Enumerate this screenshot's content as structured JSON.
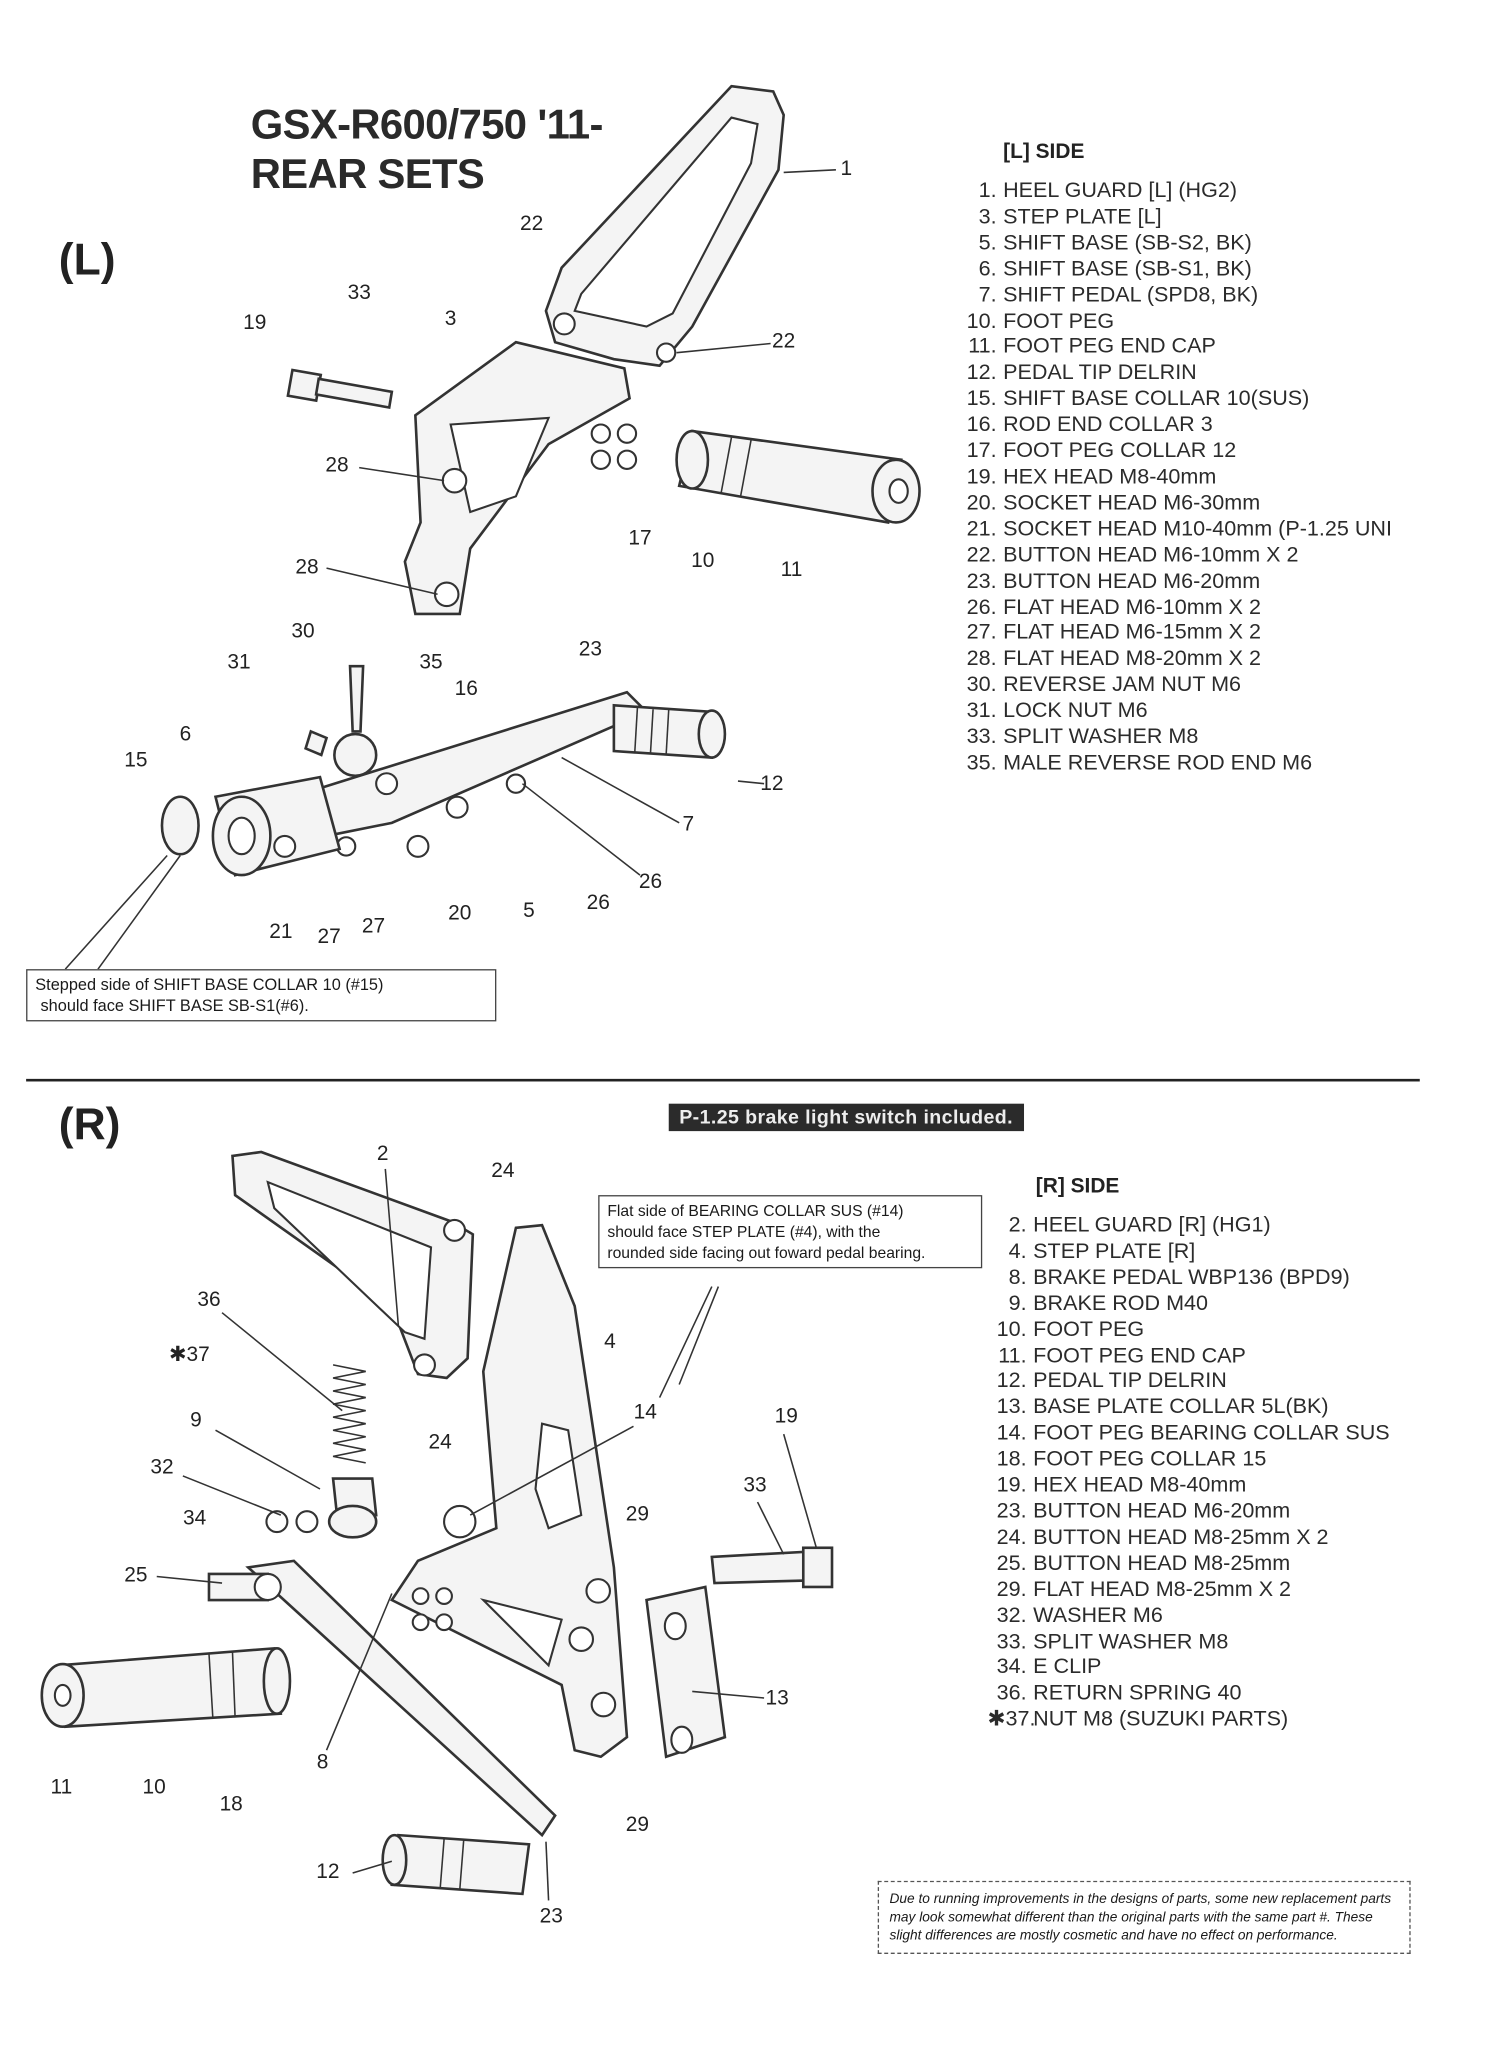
{
  "header": {
    "title_line1": "GSX-R600/750 '11-",
    "title_line2": "REAR SETS"
  },
  "left": {
    "side_label": "(L)",
    "list_heading": "[L] SIDE",
    "parts": [
      {
        "num": "1.",
        "name": "HEEL GUARD [L] (HG2)"
      },
      {
        "num": "3.",
        "name": "STEP PLATE [L]"
      },
      {
        "num": "5.",
        "name": "SHIFT BASE (SB-S2, BK)"
      },
      {
        "num": "6.",
        "name": "SHIFT BASE (SB-S1, BK)"
      },
      {
        "num": "7.",
        "name": "SHIFT PEDAL (SPD8, BK)"
      },
      {
        "num": "10.",
        "name": "FOOT PEG"
      },
      {
        "num": "11.",
        "name": "FOOT PEG END CAP"
      },
      {
        "num": "12.",
        "name": "PEDAL TIP DELRIN"
      },
      {
        "num": "15.",
        "name": "SHIFT BASE COLLAR 10(SUS)"
      },
      {
        "num": "16.",
        "name": "ROD END COLLAR 3"
      },
      {
        "num": "17.",
        "name": "FOOT PEG COLLAR 12"
      },
      {
        "num": "19.",
        "name": "HEX HEAD M8-40mm"
      },
      {
        "num": "20.",
        "name": "SOCKET HEAD M6-30mm"
      },
      {
        "num": "21.",
        "name": "SOCKET HEAD M10-40mm (P-1.25 UNI"
      },
      {
        "num": "22.",
        "name": "BUTTON HEAD M6-10mm X 2"
      },
      {
        "num": "23.",
        "name": "BUTTON HEAD M6-20mm"
      },
      {
        "num": "26.",
        "name": "FLAT HEAD M6-10mm X 2"
      },
      {
        "num": "27.",
        "name": "FLAT HEAD M6-15mm X 2"
      },
      {
        "num": "28.",
        "name": "FLAT HEAD M8-20mm X 2"
      },
      {
        "num": "30.",
        "name": "REVERSE JAM NUT M6"
      },
      {
        "num": "31.",
        "name": "LOCK NUT M6"
      },
      {
        "num": "33.",
        "name": "SPLIT WASHER M8"
      },
      {
        "num": "35.",
        "name": "MALE REVERSE ROD END M6"
      }
    ],
    "note_line1": "Stepped side of SHIFT BASE COLLAR 10 (#15)",
    "note_line2": "should face SHIFT BASE SB-S1(#6).",
    "callouts": [
      "1",
      "22",
      "22",
      "33",
      "19",
      "3",
      "28",
      "17",
      "10",
      "11",
      "28",
      "30",
      "35",
      "31",
      "23",
      "16",
      "6",
      "15",
      "12",
      "7",
      "26",
      "26",
      "5",
      "20",
      "21",
      "27",
      "27"
    ]
  },
  "right": {
    "side_label": "(R)",
    "banner": "P-1.25 brake light switch included.",
    "note_line1": "Flat side of BEARING COLLAR SUS (#14)",
    "note_line2": "should face STEP PLATE (#4), with the",
    "note_line3": "rounded side facing out foward pedal bearing.",
    "list_heading": "[R] SIDE",
    "parts": [
      {
        "num": "2.",
        "name": "HEEL GUARD [R] (HG1)"
      },
      {
        "num": "4.",
        "name": "STEP PLATE [R]"
      },
      {
        "num": "8.",
        "name": "BRAKE PEDAL WBP136 (BPD9)"
      },
      {
        "num": "9.",
        "name": "BRAKE ROD M40"
      },
      {
        "num": "10.",
        "name": "FOOT PEG"
      },
      {
        "num": "11.",
        "name": "FOOT PEG END CAP"
      },
      {
        "num": "12.",
        "name": "PEDAL TIP DELRIN"
      },
      {
        "num": "13.",
        "name": "BASE PLATE COLLAR 5L(BK)"
      },
      {
        "num": "14.",
        "name": "FOOT PEG BEARING COLLAR SUS"
      },
      {
        "num": "18.",
        "name": "FOOT PEG COLLAR 15"
      },
      {
        "num": "19.",
        "name": "HEX HEAD M8-40mm"
      },
      {
        "num": "23.",
        "name": "BUTTON HEAD M6-20mm"
      },
      {
        "num": "24.",
        "name": "BUTTON HEAD M8-25mm X 2"
      },
      {
        "num": "25.",
        "name": "BUTTON HEAD M8-25mm"
      },
      {
        "num": "29.",
        "name": "FLAT HEAD M8-25mm X 2"
      },
      {
        "num": "32.",
        "name": "WASHER M6"
      },
      {
        "num": "33.",
        "name": "SPLIT WASHER M8"
      },
      {
        "num": "34.",
        "name": "E CLIP"
      },
      {
        "num": "36.",
        "name": "RETURN SPRING 40"
      },
      {
        "num": "✱37.",
        "name": "NUT M8 (SUZUKI PARTS)"
      }
    ],
    "callouts": [
      "2",
      "24",
      "36",
      "✱37",
      "4",
      "9",
      "24",
      "14",
      "19",
      "32",
      "33",
      "34",
      "29",
      "25",
      "13",
      "8",
      "11",
      "10",
      "18",
      "29",
      "12",
      "23"
    ]
  },
  "footer_note": "Due to running improvements in the designs of  parts, some new replacement parts may look somewhat different than the original parts with the same part #.  These slight differences are mostly cosmetic and have no effect on performance."
}
